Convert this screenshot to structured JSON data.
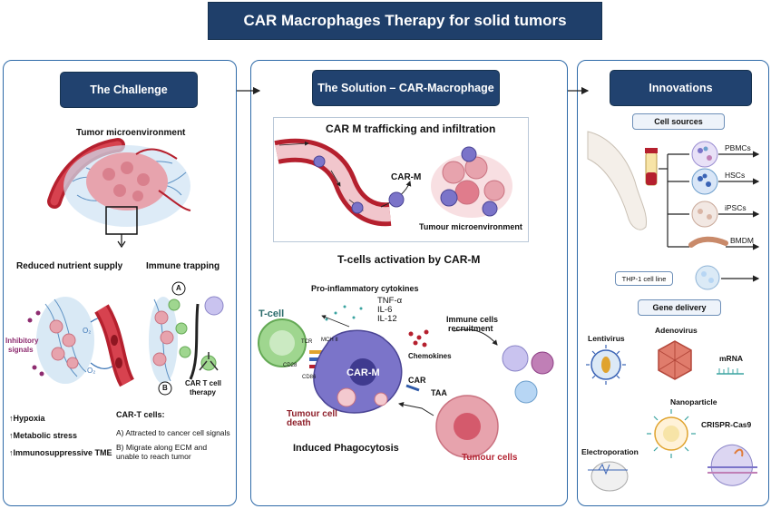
{
  "title": "CAR Macrophages Therapy for solid tumors",
  "challenge": {
    "header": "The Challenge",
    "tme_label": "Tumor microenvironment",
    "reduced_nutrient": "Reduced nutrient supply",
    "immune_trapping": "Immune trapping",
    "inhibitory_signals_1": "Inhibitory",
    "inhibitory_signals_2": "signals",
    "o2_top": "O₂",
    "o2_bottom": "O₂",
    "step_a": "A",
    "step_b": "B",
    "cart_therapy_1": "CAR T cell",
    "cart_therapy_2": "therapy",
    "hypoxia": "↑Hypoxia",
    "metabolic_stress": "↑Metabolic stress",
    "immunosuppressive": "↑Immunosuppressive TME",
    "cart_cells_title": "CAR-T cells:",
    "cart_a": "A) Attracted to cancer cell signals",
    "cart_b_1": "B) Migrate along ECM and",
    "cart_b_2": "unable to reach tumor"
  },
  "solution": {
    "header": "The Solution – CAR-Macrophage",
    "trafficking_title": "CAR M trafficking and infiltration",
    "car_m_label": "CAR-M",
    "tumour_micro": "Tumour microenvironment",
    "activation_title": "T-cells activation by CAR-M",
    "pro_inflam": "Pro-inflammatory cytokines",
    "tnf": "TNF-α",
    "il6": "IL-6",
    "il12": "IL-12",
    "t_cell": "T-cell",
    "tcr": "TCR",
    "mhc": "MCH II",
    "cd28": "CD28",
    "cd86": "CD86",
    "car_m_center": "CAR-M",
    "chemokines": "Chemokines",
    "immune_recruit_1": "Immune cells",
    "immune_recruit_2": "recruitment",
    "car": "CAR",
    "taa": "TAA",
    "tumour_death_1": "Tumour cell",
    "tumour_death_2": "death",
    "phagocytosis": "Induced Phagocytosis",
    "tumour_cells": "Tumour cells"
  },
  "innovations": {
    "header": "Innovations",
    "cell_sources": "Cell sources",
    "pbmcs": "PBMCs",
    "hscs": "HSCs",
    "ipscs": "iPSCs",
    "bmdm": "BMDM",
    "thp1": "THP-1 cell line",
    "gene_delivery": "Gene delivery",
    "lentivirus": "Lentivirus",
    "adenovirus": "Adenovirus",
    "mrna": "mRNA",
    "nanoparticle": "Nanoparticle",
    "crispr": "CRISPR-Cas9",
    "electroporation": "Electroporation"
  },
  "colors": {
    "header_bg": "#1f3f6a",
    "panel_border": "#2e6aa8",
    "tumor_pink": "#e7a3ad",
    "vessel_red": "#b5202e",
    "macrophage_purple": "#7b74c9",
    "tcell_green": "#9fd68f",
    "accent_red": "#b32432"
  }
}
